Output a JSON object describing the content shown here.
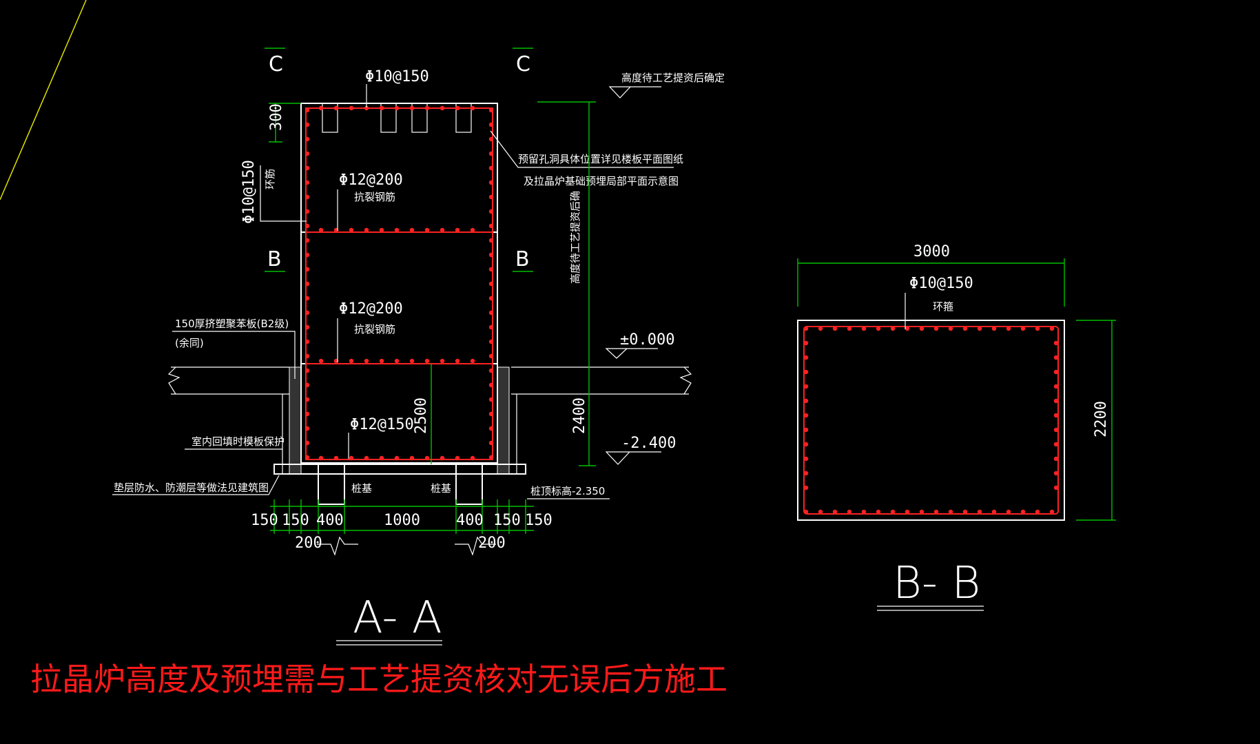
{
  "section_aa": {
    "title": "A- A",
    "section_marks": {
      "top_left": "C",
      "top_right": "C",
      "mid_left": "B",
      "mid_right": "B"
    },
    "rebar_labels": {
      "top": "Φ10@150",
      "side": "Φ10@150",
      "side_tag": "环筋",
      "upper": "Φ12@200",
      "upper_tag": "抗裂钢筋",
      "middle": "Φ12@200",
      "middle_tag": "抗裂钢筋",
      "bottom": "Φ12@150"
    },
    "notes": {
      "height_tbd": "高度待工艺提资后确定",
      "reserved_hole_1": "预留孔洞具体位置详见楼板平面图纸",
      "reserved_hole_2": "及拉晶炉基础预埋局部平面示意图",
      "vertical_height": "高度待工艺提资后确",
      "eps_board": "150厚挤塑聚苯板(B2级)",
      "eps_board_2": "(余同)",
      "backfill": "室内回填时模板保护",
      "waterproof": "垫层防水、防潮层等做法见建筑图",
      "pile_base_1": "桩基",
      "pile_base_2": "桩基",
      "pile_top": "桩顶标高-2.350"
    },
    "elevations": {
      "top": "±0.000",
      "bottom": "-2.400"
    },
    "dimensions": {
      "top_depth": "300",
      "wall_height": "2500",
      "total_depth": "2400",
      "bottom_row": [
        "150",
        "150",
        "400",
        "1000",
        "400",
        "150",
        "150"
      ],
      "lower_row": [
        "200",
        "200"
      ]
    }
  },
  "section_bb": {
    "title": "B- B",
    "width": "3000",
    "height": "2200",
    "rebar_label": "Φ10@150",
    "rebar_tag": "环箍"
  },
  "red_note": "拉晶炉高度及预埋需与工艺提资核对无误后方施工",
  "colors": {
    "background": "#000000",
    "lines": "#ffffff",
    "rebar": "#ff2222",
    "dimension": "#00c000",
    "note": "#ff1a1a",
    "guide": "#e0e000"
  }
}
